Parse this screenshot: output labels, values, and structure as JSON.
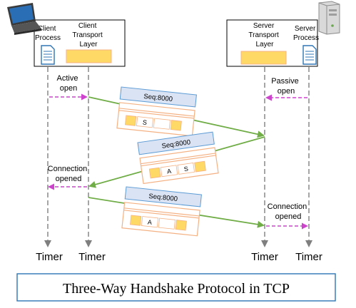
{
  "client": {
    "process_lines": [
      "Client",
      "Process"
    ],
    "transport_lines": [
      "Client",
      "Transport",
      "Layer"
    ]
  },
  "server": {
    "transport_lines": [
      "Server",
      "Transport",
      "Layer"
    ],
    "process_lines": [
      "Server",
      "Process"
    ]
  },
  "events": {
    "active_open": [
      "Active",
      "open"
    ],
    "passive_open": [
      "Passive",
      "open"
    ],
    "client_connection_opened": [
      "Connection",
      "opened"
    ],
    "server_connection_opened": [
      "Connection",
      "opened"
    ]
  },
  "segments": [
    {
      "seq": "Seq:8000",
      "flags": [
        "S"
      ]
    },
    {
      "seq": "Seq:8000",
      "flags": [
        "A",
        "S"
      ]
    },
    {
      "seq": "Seq:8000",
      "flags": [
        "A"
      ]
    }
  ],
  "timer_label": "Timer",
  "caption": "Three-Way Handshake Protocol in TCP",
  "colors": {
    "message_arrow": "#70ad47",
    "event_arrow": "#cc44cc",
    "timeline": "#7f7f7f",
    "header_fill": "#dae3f3",
    "header_border": "#5b9bd5",
    "flag_fill": "#ffd966",
    "segment_border": "#f4b183",
    "caption_border": "#2e75b6"
  }
}
